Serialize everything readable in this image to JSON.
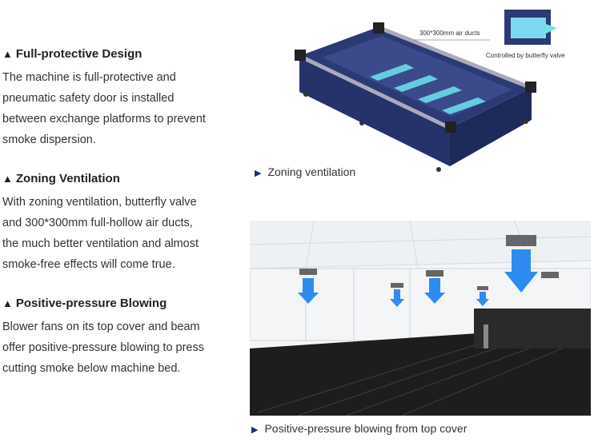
{
  "features": [
    {
      "title": "Full-protective Design",
      "lines": [
        "The machine is full-protective and",
        "pneumatic safety door is installed",
        "between exchange platforms to prevent",
        "smoke dispersion."
      ]
    },
    {
      "title": "Zoning Ventilation",
      "lines": [
        "With zoning ventilation, butterfly valve",
        "and 300*300mm full-hollow air ducts,",
        "the much better ventilation and almost",
        "smoke-free effects will come true."
      ]
    },
    {
      "title": "Positive-pressure Blowing",
      "lines": [
        "Blower fans on its top cover and beam",
        "offer positive-pressure blowing to press",
        "cutting smoke below machine bed."
      ]
    }
  ],
  "marker": "▲",
  "caption_marker": "▶",
  "figure1": {
    "caption": "Zoning ventilation",
    "duct_label": "300*300mm air ducts",
    "valve_label": "Controlled by butterfly valve"
  },
  "figure2": {
    "caption": "Positive-pressure blowing from top cover"
  },
  "colors": {
    "machine_blue": "#2b3a75",
    "air_blue": "#2e8cf0",
    "cyan": "#6fe3f0"
  }
}
